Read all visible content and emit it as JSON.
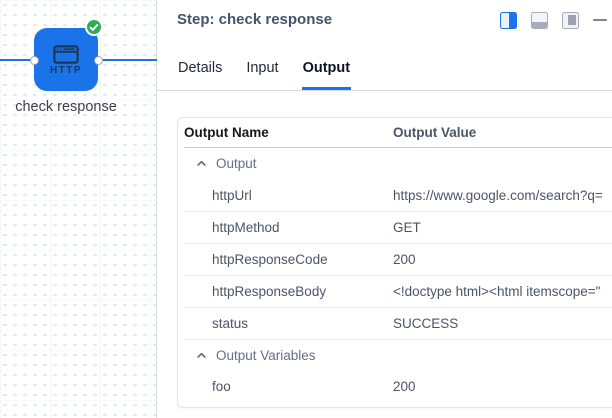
{
  "colors": {
    "accent_blue": "#1a73e8",
    "node_blue": "#1a73e8",
    "success_green": "#2fab54"
  },
  "canvas": {
    "node": {
      "label": "check response",
      "card_text": "HTTP",
      "status": "success"
    }
  },
  "panel": {
    "title": "Step: check response",
    "toolbar": {
      "icons": [
        {
          "name": "layout-panel-right-icon",
          "active": true
        },
        {
          "name": "layout-panel-bottom-icon",
          "active": false
        },
        {
          "name": "layout-panel-floating-icon",
          "active": false
        },
        {
          "name": "minimize-icon",
          "active": false
        }
      ]
    },
    "tabs": [
      {
        "label": "Details",
        "active": false
      },
      {
        "label": "Input",
        "active": false
      },
      {
        "label": "Output",
        "active": true
      }
    ],
    "output_table": {
      "columns": [
        "Output Name",
        "Output Value"
      ],
      "groups": [
        {
          "label": "Output",
          "expanded": true,
          "rows": [
            {
              "name": "httpUrl",
              "value": "https://www.google.com/search?q="
            },
            {
              "name": "httpMethod",
              "value": "GET"
            },
            {
              "name": "httpResponseCode",
              "value": "200"
            },
            {
              "name": "httpResponseBody",
              "value": "<!doctype html><html itemscope=\""
            },
            {
              "name": "status",
              "value": "SUCCESS"
            }
          ]
        },
        {
          "label": "Output Variables",
          "expanded": true,
          "rows": [
            {
              "name": "foo",
              "value": "200"
            }
          ]
        }
      ]
    }
  }
}
